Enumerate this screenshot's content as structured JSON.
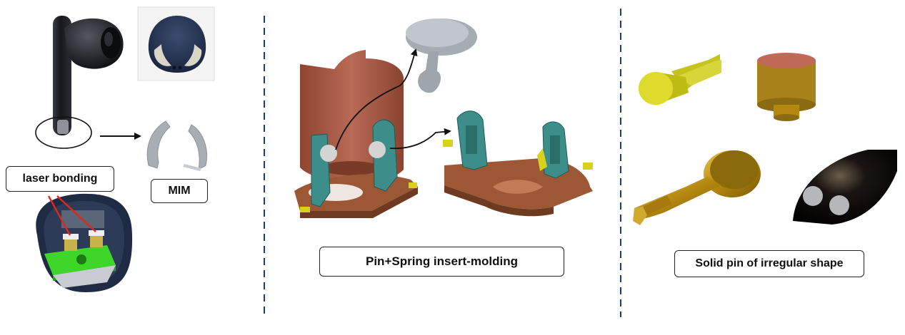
{
  "labels": {
    "laser_bonding": "laser bonding",
    "mim": "MIM",
    "pin_spring": "Pin+Spring insert-molding",
    "solid_pin": "Solid pin of irregular shape"
  },
  "colors": {
    "divider": "#1f3c6e",
    "earbud_dark": "#1c1d22",
    "shell_navy": "#22324f",
    "metal_silver": "#b9bfc6",
    "copper_brown": "#a0532e",
    "teal_spring": "#3d8e8a",
    "gold_pin": "#b98d12",
    "yellow_pin": "#d7d21c",
    "pcb_green": "#3fd62a",
    "laser_red": "#e0281c"
  },
  "icons": {
    "earbud": "earbud-icon",
    "earbud_cap": "earbud-cap-icon",
    "mim_clips": "mim-clip-icon",
    "laser_assembly": "laser-bonding-assembly-icon",
    "copper_insert": "copper-insert-assembly-icon",
    "copper_base": "copper-base-assembly-icon",
    "mushroom_pin": "mushroom-pin-icon",
    "yellow_pin": "yellow-flag-pin-icon",
    "copper_cylinder_pin": "copper-cylinder-pin-icon",
    "gold_pin": "gold-stepped-pin-icon",
    "black_dome": "black-dome-contacts-icon"
  }
}
